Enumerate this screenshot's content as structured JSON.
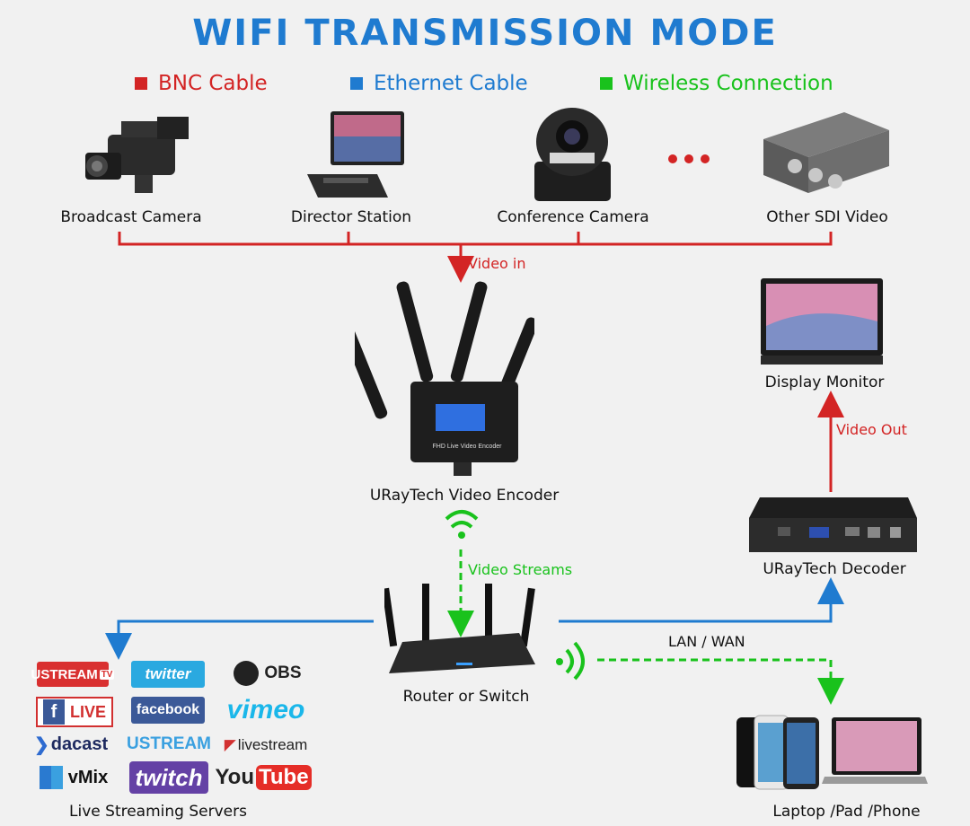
{
  "title": "WIFI TRANSMISSION MODE",
  "legend": [
    {
      "label": "BNC Cable",
      "color": "#d32424"
    },
    {
      "label": "Ethernet Cable",
      "color": "#1f7bd0"
    },
    {
      "label": "Wireless Connection",
      "color": "#19c21c"
    }
  ],
  "sources": {
    "broadcast_camera": "Broadcast Camera",
    "director_station": "Director Station",
    "conference_camera": "Conference Camera",
    "other_sdi": "Other SDI Video"
  },
  "edges": {
    "video_in": "Video in",
    "video_streams": "Video Streams",
    "video_out": "Video Out",
    "lan_wan": "LAN / WAN"
  },
  "devices": {
    "encoder": "URayTech Video Encoder",
    "encoder_front": "FHD Live Video Encoder",
    "display": "Display Monitor",
    "decoder": "URayTech Decoder",
    "router": "Router or Switch",
    "laptop": "Laptop /Pad /Phone",
    "servers": "Live Streaming Servers"
  },
  "logos": {
    "ustream_tv": "USTREAM",
    "ustream_tv_badge": "TV",
    "twitter": "twitter",
    "obs": "OBS",
    "fb_live": "LIVE",
    "fb_live_icon": "f",
    "facebook": "facebook",
    "vimeo": "vimeo",
    "dacast": "dacast",
    "ustream": "USTREAM",
    "livestream": "livestream",
    "vmix": "vMix",
    "twitch": "twitch",
    "youtube_you": "You",
    "youtube_tube": "Tube"
  },
  "colors": {
    "bnc": "#d32424",
    "ethernet": "#1f7bd0",
    "wireless": "#19c21c",
    "title": "#1f7bd0"
  }
}
